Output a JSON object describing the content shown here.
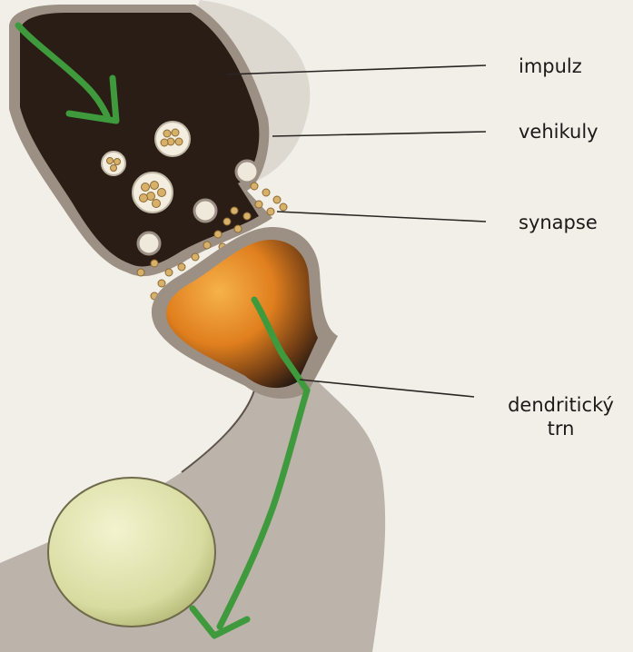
{
  "labels": {
    "impulse": "impulz",
    "vesicles": "vehikuly",
    "synapse": "synapse",
    "spine_line1": "dendritický",
    "spine_line2": "trn"
  },
  "colors": {
    "background": "#f1efe8",
    "axon_terminal": "#2a1d15",
    "membrane": "#9c8f84",
    "impulse_arrow": "#3f9a3d",
    "vesicle_fill": "#e9dfc6",
    "neurotransmitter": "#d7b06a",
    "spine_orange": "#e07f1e",
    "spine_dark": "#1f1712",
    "dendrite": "#8f8276",
    "cell_body": "#d8dca0"
  }
}
